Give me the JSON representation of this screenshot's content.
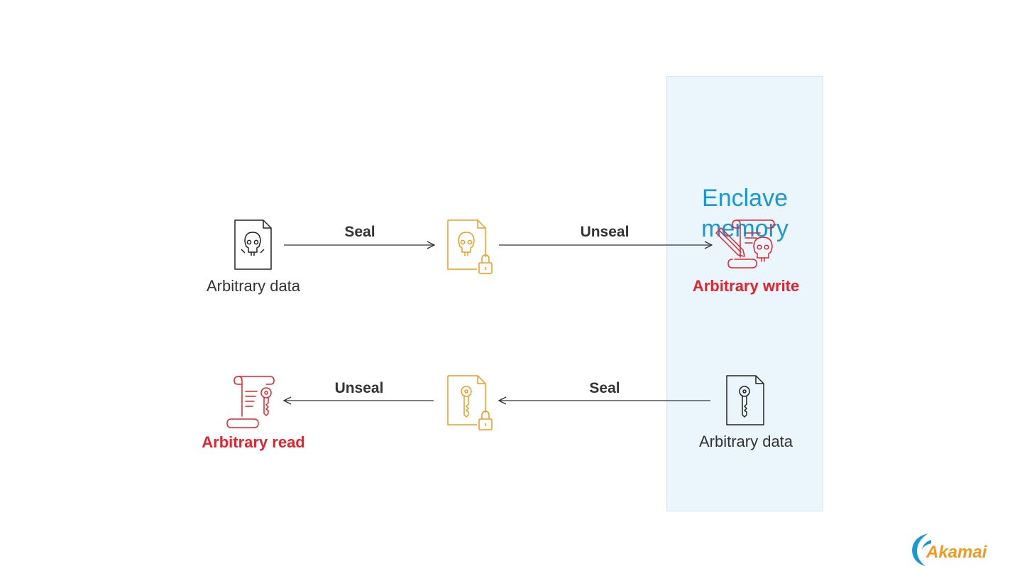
{
  "enclave": {
    "title_line1": "Enclave",
    "title_line2": "memory"
  },
  "row_write": {
    "source_label": "Arbitrary data",
    "arrow1_label": "Seal",
    "arrow2_label": "Unseal",
    "result_label": "Arbitrary write"
  },
  "row_read": {
    "result_label": "Arbitrary read",
    "arrow1_label": "Unseal",
    "arrow2_label": "Seal",
    "source_label": "Arbitrary data"
  },
  "logo": {
    "text": "Akamai"
  },
  "colors": {
    "accent_blue": "#1a98d5",
    "danger_red": "#e8222b",
    "sealed_orange": "#f29a1f",
    "enclave_bg": "#eaf6fc"
  },
  "icons": [
    "skull-document-icon",
    "sealed-skull-document-icon",
    "write-scroll-skull-icon",
    "key-document-icon",
    "sealed-key-document-icon",
    "read-scroll-key-icon"
  ]
}
